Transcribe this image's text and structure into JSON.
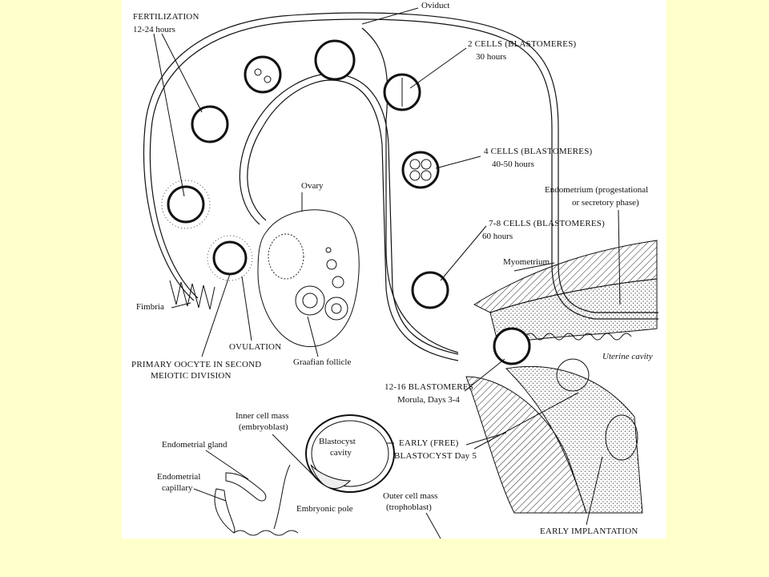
{
  "colors": {
    "background": "#ffffcc",
    "paper": "#ffffff",
    "ink": "#111111"
  },
  "labels": {
    "fertilization": "FERTILIZATION",
    "fertilization_time": "12-24 hours",
    "oviduct": "Oviduct",
    "two_cells": "2 CELLS (BLASTOMERES)",
    "two_cells_time": "30 hours",
    "four_cells": "4 CELLS (BLASTOMERES)",
    "four_cells_time": "40-50 hours",
    "endometrium_1": "Endometrium (progestational",
    "endometrium_2": "or secretory phase)",
    "ovary": "Ovary",
    "seven_eight_cells": "7-8 CELLS (BLASTOMERES)",
    "seven_eight_time": "60 hours",
    "myometrium": "Myometrium",
    "fimbria": "Fimbria",
    "ovulation": "OVULATION",
    "primary_oocyte_1": "PRIMARY OOCYTE IN SECOND",
    "primary_oocyte_2": "MEIOTIC DIVISION",
    "graafian_follicle": "Graafian follicle",
    "uterine_cavity": "Uterine cavity",
    "morula_1": "12-16 BLASTOMERES",
    "morula_2": "Morula, Days 3-4",
    "inner_cell_mass_1": "Inner cell mass",
    "inner_cell_mass_2": "(embryoblast)",
    "endometrial_gland": "Endometrial gland",
    "blastocyst_cavity_1": "Blastocyst",
    "blastocyst_cavity_2": "cavity",
    "early_blastocyst_1": "EARLY (FREE)",
    "early_blastocyst_2": "BLASTOCYST Day 5",
    "endometrial_capillary_1": "Endometrial",
    "endometrial_capillary_2": "capillary",
    "outer_cell_mass_1": "Outer cell mass",
    "outer_cell_mass_2": "(trophoblast)",
    "embryonic_pole": "Embryonic pole",
    "early_implantation": "EARLY IMPLANTATION"
  }
}
